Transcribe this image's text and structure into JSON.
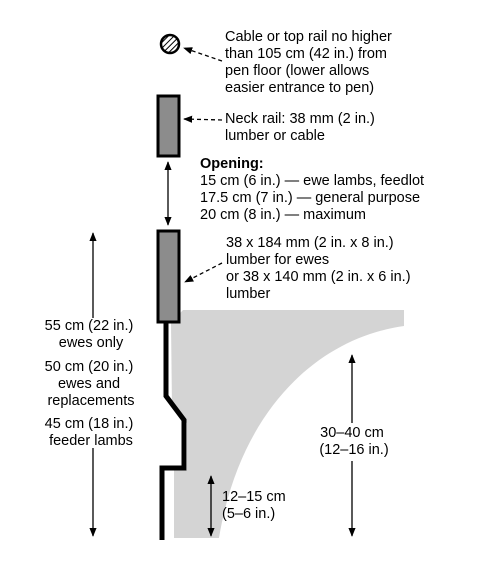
{
  "colors": {
    "ink": "#000000",
    "board_fill": "#8c8c8c",
    "trough_fill": "#d4d4d4",
    "background": "#ffffff"
  },
  "cable": {
    "icon": "hatched-circle-cable-icon",
    "label_lines": [
      "Cable or top rail no higher",
      "than 105 cm (42 in.) from",
      "pen floor (lower allows",
      "easier entrance to pen)"
    ]
  },
  "neck_rail": {
    "label_lines": [
      "Neck rail: 38 mm (2 in.)",
      "lumber or cable"
    ]
  },
  "opening": {
    "heading": "Opening:",
    "lines": [
      "15 cm (6 in.) — ewe lambs, feedlot",
      "17.5 cm (7 in.) — general purpose",
      "20 cm (8 in.) — maximum"
    ]
  },
  "board": {
    "label_lines": [
      "38 x 184 mm (2 in. x 8 in.)",
      "lumber for ewes",
      "or 38 x 140 mm (2 in. x 6 in.)",
      "lumber"
    ]
  },
  "left_heights": [
    {
      "lines": [
        "55 cm (22 in.)",
        "ewes only"
      ]
    },
    {
      "lines": [
        "50 cm (20 in.)",
        "ewes and",
        "replacements"
      ]
    },
    {
      "lines": [
        "45 cm (18 in.)",
        "feeder lambs"
      ]
    }
  ],
  "trough_depth": {
    "label_lines": [
      "30–40 cm",
      "(12–16 in.)"
    ]
  },
  "trough_lip": {
    "label_lines": [
      "12–15 cm",
      "(5–6 in.)"
    ]
  }
}
